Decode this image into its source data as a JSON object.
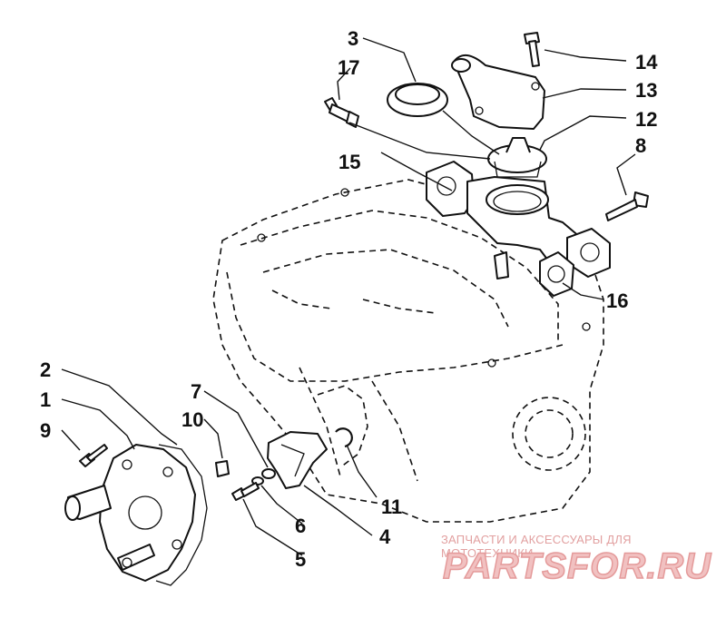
{
  "callouts": {
    "c1": "1",
    "c2": "2",
    "c3": "3",
    "c4": "4",
    "c5": "5",
    "c6": "6",
    "c7": "7",
    "c8": "8",
    "c9": "9",
    "c10": "10",
    "c11": "11",
    "c12": "12",
    "c13": "13",
    "c14": "14",
    "c15": "15",
    "c16": "16",
    "c17": "17"
  },
  "watermark": {
    "tagline": "ЗАПЧАСТИ И АКСЕССУАРЫ ДЛЯ МОТОТЕХНИКИ",
    "brand": "PARTSFOR.RU"
  },
  "colors": {
    "line": "#111111",
    "watermark": "#e49a9a"
  }
}
